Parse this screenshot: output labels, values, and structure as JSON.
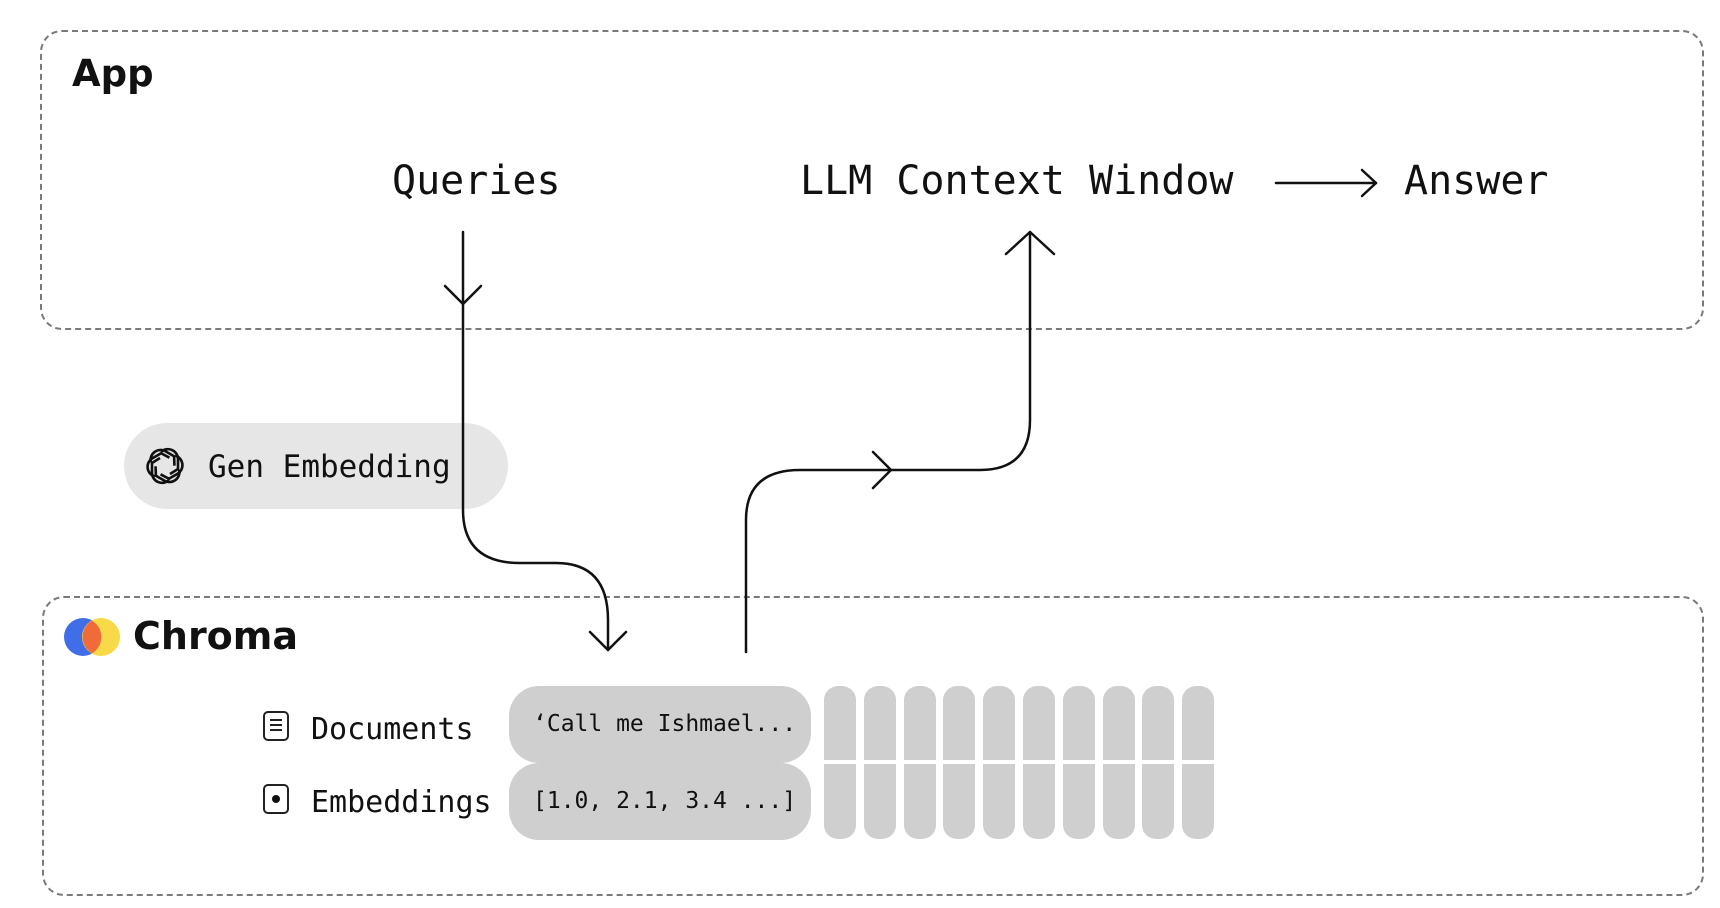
{
  "app": {
    "title": "App"
  },
  "flow": {
    "queries": "Queries",
    "context": "LLM Context Window",
    "answer": "Answer"
  },
  "embedding_step": {
    "label": "Gen Embedding",
    "icon": "openai-logo-icon"
  },
  "chroma": {
    "title": "Chroma",
    "rows": [
      {
        "label": "Documents",
        "icon": "document-icon",
        "value": "‘Call me Ishmael..."
      },
      {
        "label": "Embeddings",
        "icon": "embedding-icon",
        "value": "[1.0, 2.1, 3.4 ...]"
      }
    ],
    "extra_slots": 10
  }
}
